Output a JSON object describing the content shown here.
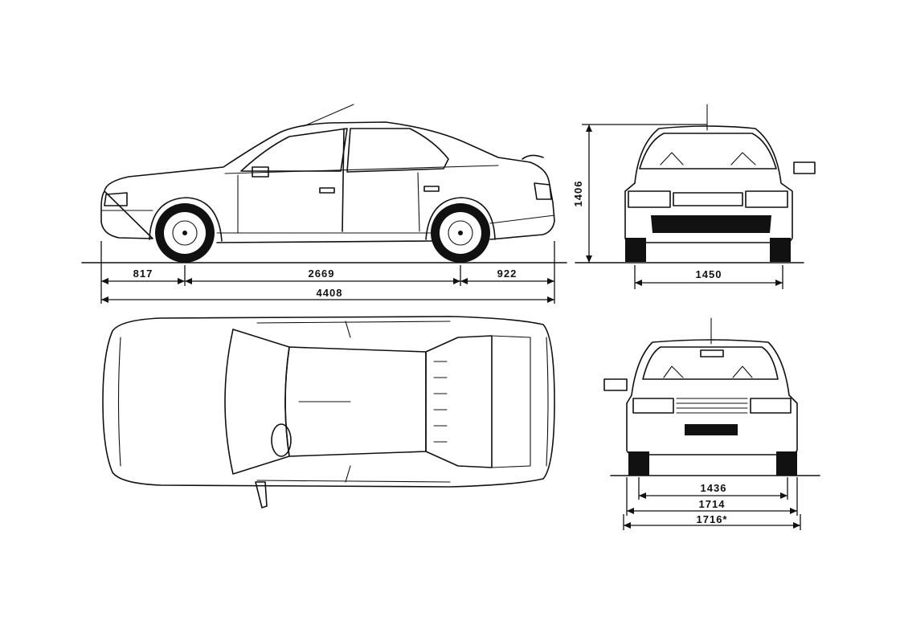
{
  "dimensions": {
    "front_overhang": "817",
    "wheelbase": "2669",
    "rear_overhang": "922",
    "overall_length": "4408",
    "height": "1406",
    "front_track": "1450",
    "rear_track": "1436",
    "width": "1714",
    "width_with_mirrors": "1716*"
  }
}
